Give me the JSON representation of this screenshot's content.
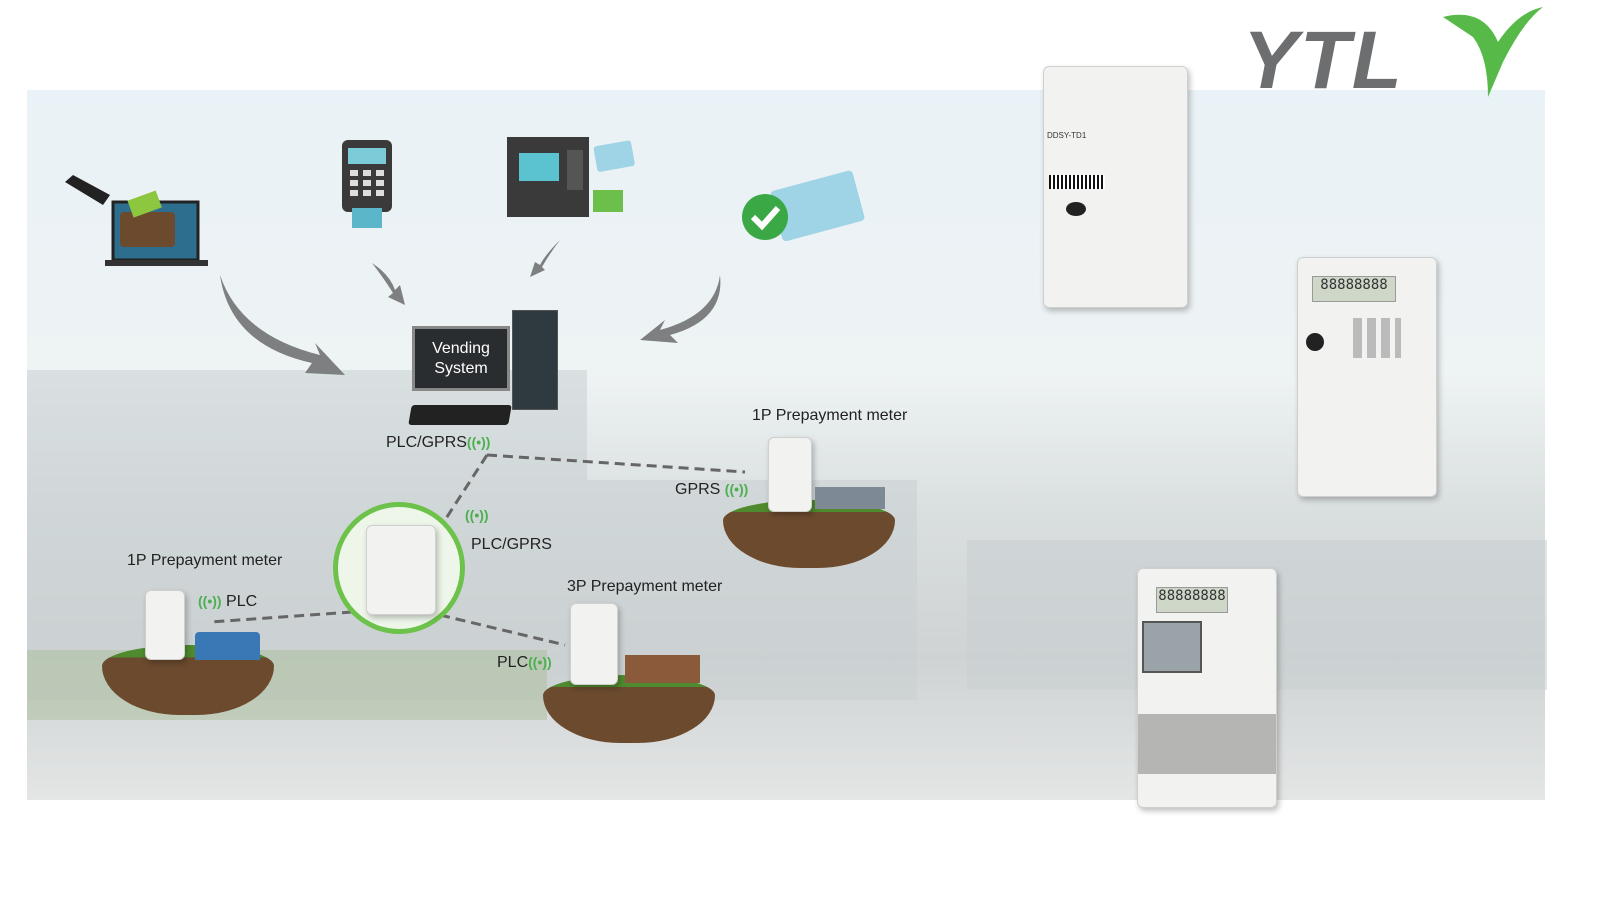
{
  "logo": {
    "text": "YTL",
    "colors": {
      "text": "#6d6e70",
      "bird": "#56b948"
    }
  },
  "vending": {
    "screen_line1": "Vending",
    "screen_line2": "System",
    "link_label": "PLC/GPRS"
  },
  "concentrator": {
    "link_label": "PLC/GPRS"
  },
  "nodes": [
    {
      "title": "1P Prepayment meter",
      "link": "GPRS"
    },
    {
      "title": "1P Prepayment meter",
      "link": "PLC"
    },
    {
      "title": "3P Prepayment meter",
      "link": "PLC"
    }
  ],
  "products": {
    "din_meter_model": "DDSY-TD1",
    "lcd_digits": "88888888"
  },
  "signal_icon": "((•))",
  "payment_icons": [
    "laptop-wallet-icon",
    "pos-terminal-icon",
    "atm-card-icon",
    "card-check-icon"
  ]
}
